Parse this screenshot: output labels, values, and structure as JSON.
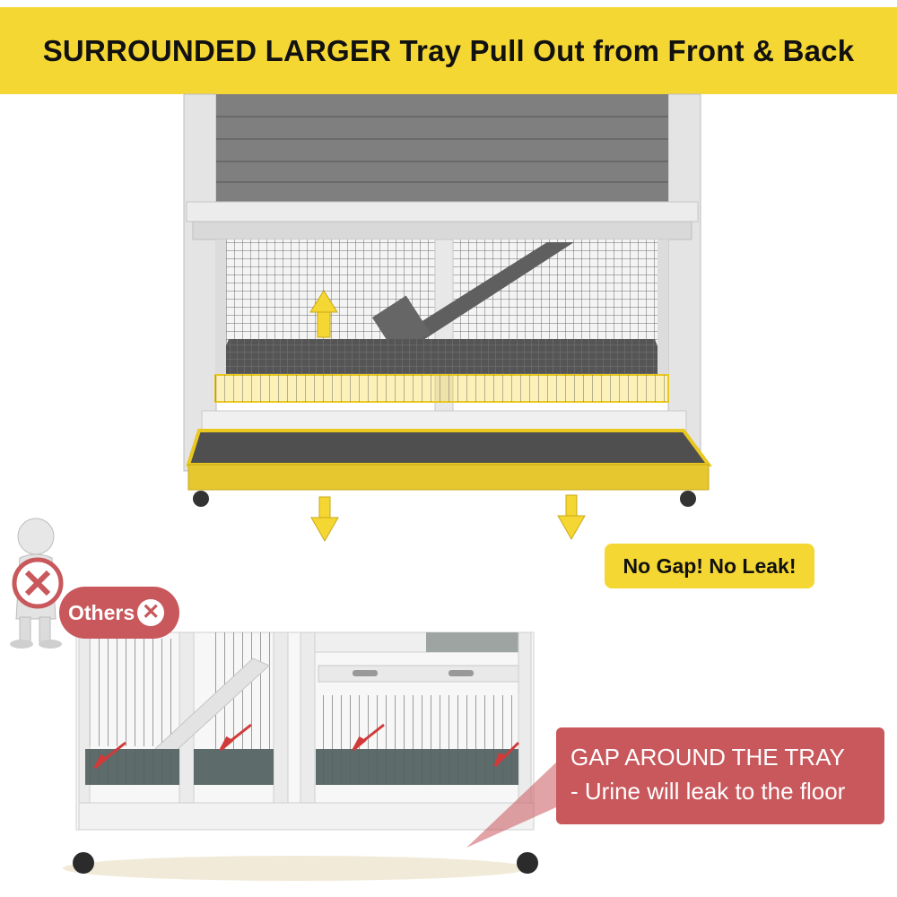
{
  "banner": {
    "title": "SURROUNDED LARGER Tray Pull Out from Front & Back"
  },
  "badges": {
    "no_gap": "No Gap! No Leak!",
    "others_label": "Others",
    "others_icon": "cross-icon"
  },
  "callout": {
    "title": "GAP AROUND THE TRAY",
    "subtitle": "- Urine will leak to the floor"
  },
  "colors": {
    "accent_yellow": "#f5d733",
    "warning_red": "#c8585c",
    "hutch_gray": "#8a8a8a",
    "frame_light": "#e6e6e6"
  }
}
